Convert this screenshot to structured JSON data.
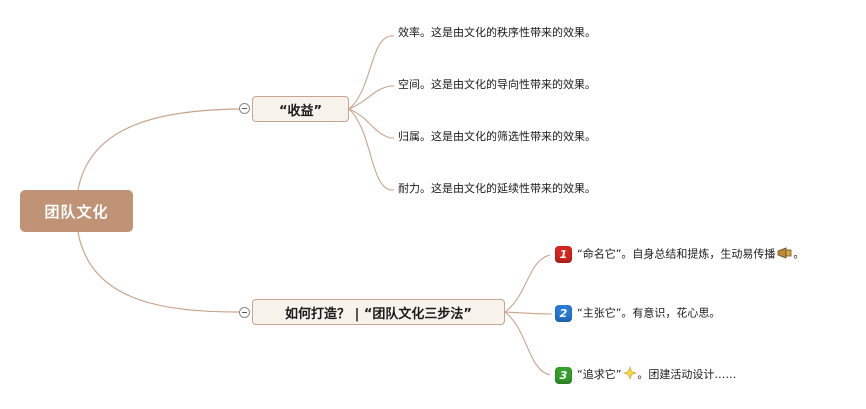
{
  "root": {
    "label": "团队文化"
  },
  "branches": [
    {
      "label": "“收益”",
      "children": [
        {
          "text": "效率。这是由文化的秩序性带来的效果。"
        },
        {
          "text": "空间。这是由文化的导向性带来的效果。"
        },
        {
          "text": "归属。这是由文化的筛选性带来的效果。"
        },
        {
          "text": "耐力。这是由文化的延续性带来的效果。"
        }
      ]
    },
    {
      "label": "如何打造？ | “团队文化三步法”",
      "children": [
        {
          "num": "1",
          "text": "“命名它”。自身总结和提炼，生动易传播",
          "trailing": "。",
          "icon": "megaphone-icon",
          "color": "#d8261f"
        },
        {
          "num": "2",
          "text": "“主张它”。有意识，花心思。",
          "color": "#2a7ad8"
        },
        {
          "num": "3",
          "text": "“追求它”",
          "trailing": "。团建活动设计……",
          "icon": "sparkle-star-icon",
          "color": "#36a12c"
        }
      ]
    }
  ],
  "colors": {
    "root_fill": "#c09276",
    "line": "#c9a48c",
    "branch_fill": "#f8f2ec"
  }
}
